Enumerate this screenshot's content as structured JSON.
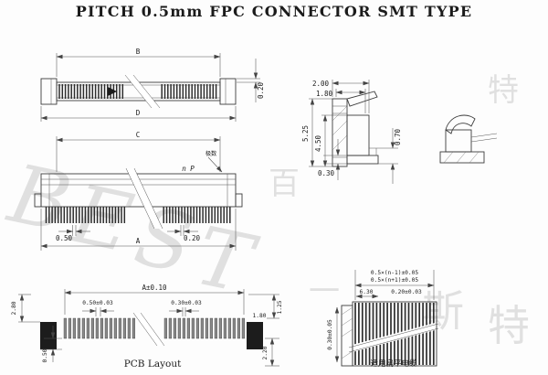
{
  "title": "PITCH 0.5mm FPC CONNECTOR SMT TYPE",
  "watermark": {
    "l1": "B",
    "l2": "E",
    "l3": "S",
    "l4": "T",
    "c1": "百",
    "c2": "特",
    "c3": "一",
    "c4": "斯",
    "c5": "特"
  },
  "top_view": {
    "dim_b": "B",
    "dim_d": "D",
    "dim_thickness": "0.20"
  },
  "front_view": {
    "dim_c": "C",
    "poles_label": "极数",
    "np_label": "n P",
    "dim_pitch": "0.50",
    "dim_pin": "0.20",
    "dim_a": "A"
  },
  "side_view": {
    "dim_width": "2.00",
    "dim_width2": "1.80",
    "dim_height": "5.25",
    "dim_height2": "4.50",
    "dim_tail": "0.70",
    "dim_foot": "0.30"
  },
  "pcb": {
    "dim_span": "A±0.10",
    "dim_pitch": "0.50±0.03",
    "dim_pad": "0.30±0.03",
    "dim_125": "1.25",
    "dim_180": "1.80",
    "dim_280": "2.80",
    "dim_050": "0.50",
    "dim_220": "2.20",
    "caption": "PCB Layout"
  },
  "cable": {
    "dim_span1": "0.5×(n-1)±0.05",
    "dim_span2": "0.5×(n+1)±0.05",
    "dim_len": "6.30",
    "dim_width": "0.30±0.05",
    "dim_thk": "0.20±0.03",
    "caption": "适用扁平电缆"
  }
}
